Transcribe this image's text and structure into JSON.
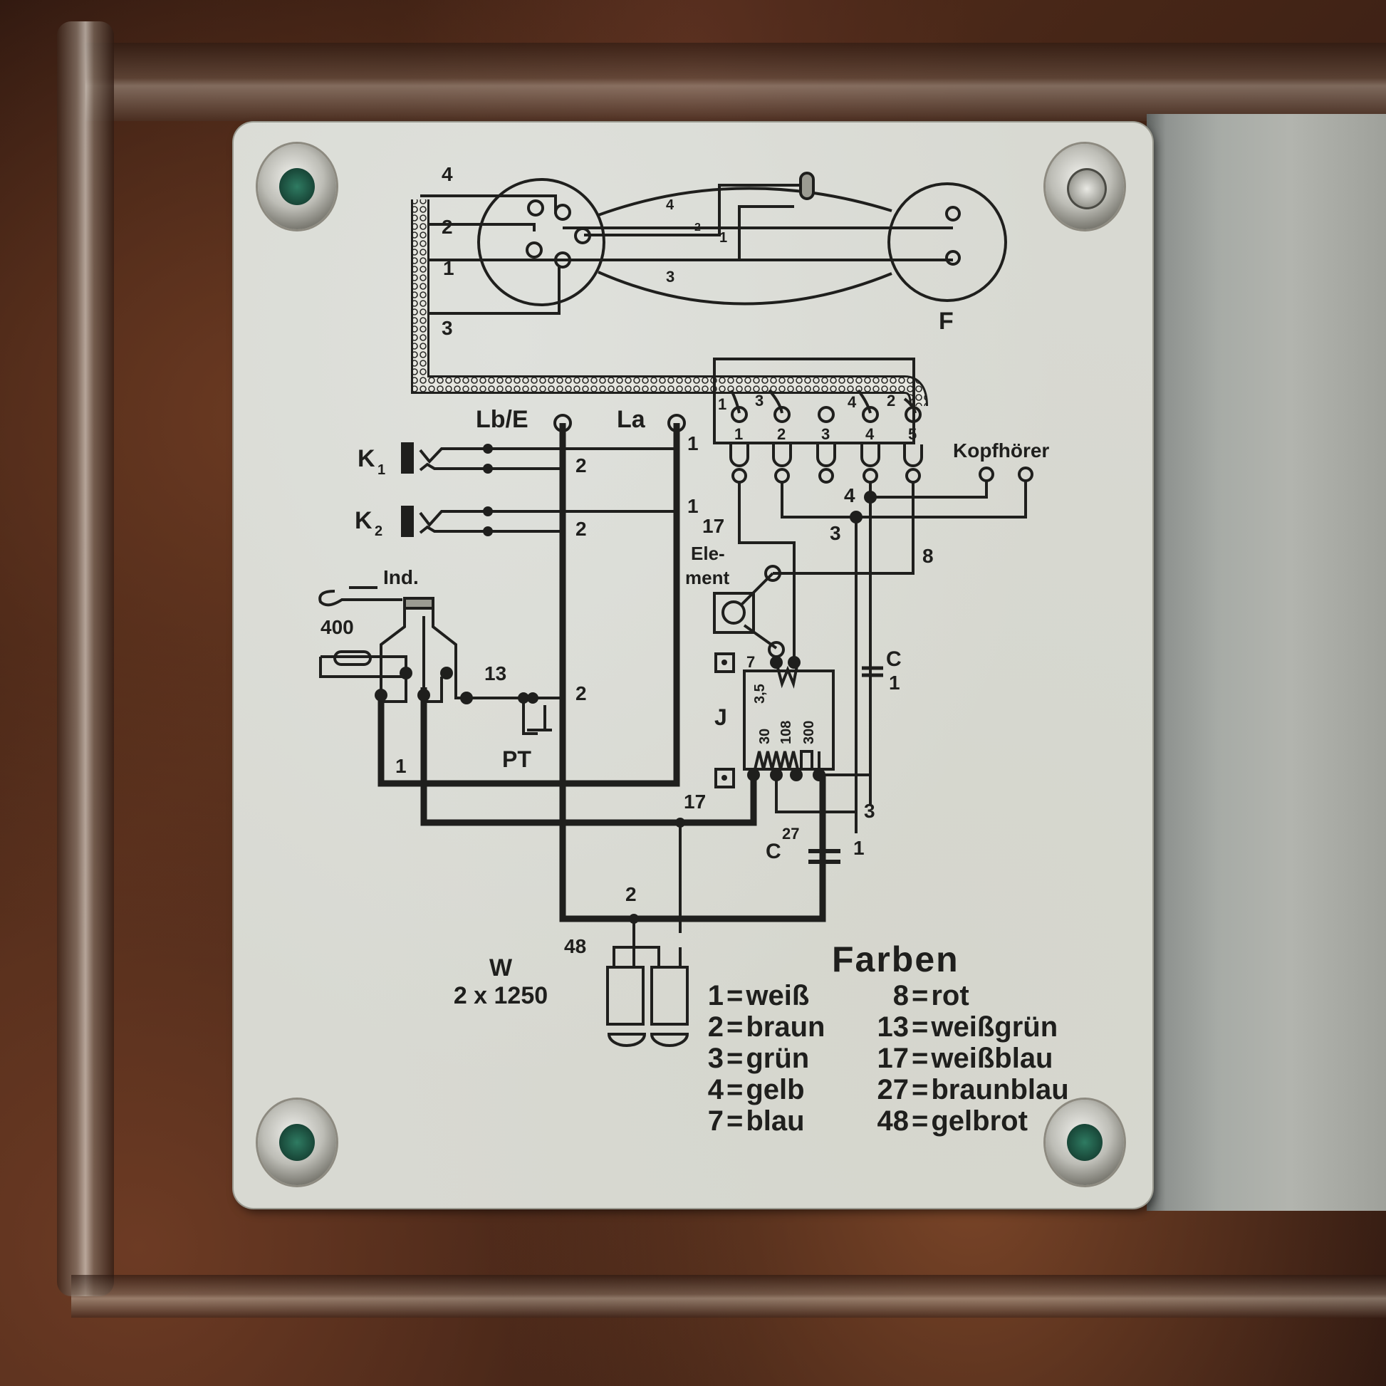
{
  "plate": {
    "title": "Telephone wiring diagram plate",
    "colors": {
      "plate": "#d8d9d2",
      "ink": "#1f1f1d",
      "case": "#3a2118",
      "screw_head": "#1b4d3d"
    }
  },
  "handset": {
    "wire_labels": [
      "4",
      "2",
      "1",
      "3"
    ],
    "inner_labels": [
      "4",
      "2",
      "1",
      "3"
    ],
    "receiver_label": "F"
  },
  "terminal_block": {
    "top_labels": [
      "1",
      "3",
      "4",
      "2"
    ],
    "terminal_numbers": [
      "1",
      "2",
      "3",
      "4",
      "5"
    ],
    "headphone_label": "Kopfhörer"
  },
  "line_terminals": {
    "lb_e": "Lb/E",
    "la": "La"
  },
  "keys": {
    "k1": "K",
    "k1_sub": "1",
    "k2": "K",
    "k2_sub": "2"
  },
  "wire_numbers": {
    "k1_top": "1",
    "k1_bottom": "2",
    "k2_top": "1",
    "k2_bottom": "2",
    "num_17_top": "17",
    "pt_2": "2",
    "num_13": "13",
    "num_1_left": "1",
    "num_17_bottom": "17",
    "num_2_bottom": "2",
    "num_48": "48",
    "kopf_4": "4",
    "kopf_3": "3",
    "kopf_8": "8",
    "coil_3": "3"
  },
  "inductor": {
    "label": "Ind.",
    "resistance": "400"
  },
  "push_button": {
    "label": "PT"
  },
  "element": {
    "label_line1": "Ele-",
    "label_line2": "ment"
  },
  "coil_j": {
    "label": "J",
    "num_7": "7",
    "windings": [
      "3,5",
      "30",
      "108",
      "300"
    ]
  },
  "capacitors": {
    "c1_label": "C",
    "c1_value": "1",
    "c27_label": "C",
    "c27_sup": "27",
    "c27_value": "1"
  },
  "ringer": {
    "label": "W",
    "spec": "2 x 1250"
  },
  "legend": {
    "title": "Farben",
    "left": [
      {
        "num": "1",
        "color": "weiß"
      },
      {
        "num": "2",
        "color": "braun"
      },
      {
        "num": "3",
        "color": "grün"
      },
      {
        "num": "4",
        "color": "gelb"
      },
      {
        "num": "7",
        "color": "blau"
      }
    ],
    "right": [
      {
        "num": "8",
        "color": "rot"
      },
      {
        "num": "13",
        "color": "weißgrün"
      },
      {
        "num": "17",
        "color": "weißblau"
      },
      {
        "num": "27",
        "color": "braunblau"
      },
      {
        "num": "48",
        "color": "gelbrot"
      }
    ]
  }
}
